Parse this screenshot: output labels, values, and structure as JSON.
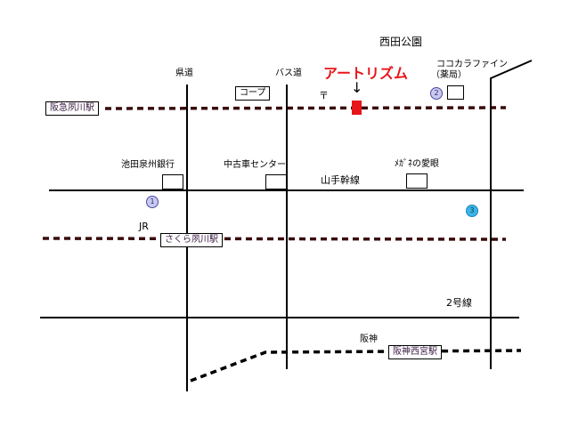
{
  "map": {
    "title": "アートリズム",
    "park": "西田公園",
    "pharmacy_line1": "ココカラファイン",
    "pharmacy_line2": "（薬局）",
    "road_kendo": "県道",
    "road_bus": "バス道",
    "road_yamate": "山手幹線",
    "road_2go": "2号線",
    "coop": "コープ",
    "post_office_symbol": "〒",
    "arrow": "↓",
    "bank": "池田泉州銀行",
    "used_car": "中古車センター",
    "optician": "ﾒｶﾞﾈの愛眼",
    "jr": "JR",
    "hanshin": "阪神",
    "stations": {
      "hankyu": "阪急夙川駅",
      "jr": "さくら夙川駅",
      "hanshin": "阪神西宮駅"
    },
    "markers": [
      "1",
      "2",
      "3"
    ],
    "colors": {
      "accent": "#e8151b",
      "railway": "#3a0b0b",
      "marker_circle": "#c9c8f0",
      "marker_circle_3": "#3bb5e6"
    }
  }
}
